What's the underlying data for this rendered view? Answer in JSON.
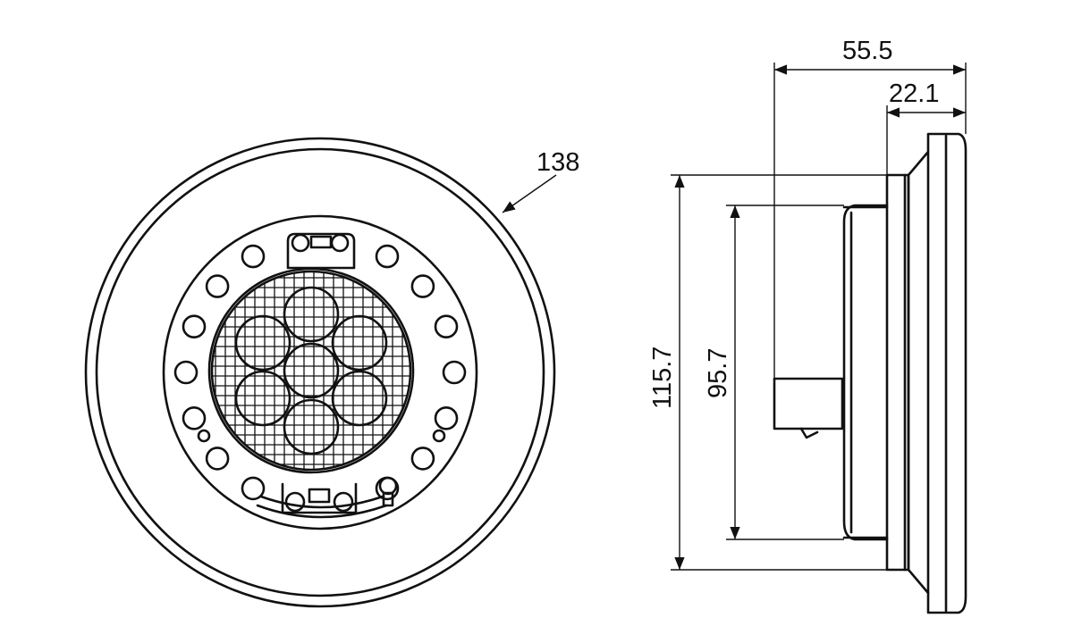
{
  "front_view": {
    "diameter_label": "138"
  },
  "side_view": {
    "depth_total_label": "55.5",
    "depth_flange_label": "22.1",
    "outer_height_label": "115.7",
    "inner_height_label": "95.7"
  },
  "colors": {
    "line": "#111111",
    "background": "#ffffff"
  }
}
